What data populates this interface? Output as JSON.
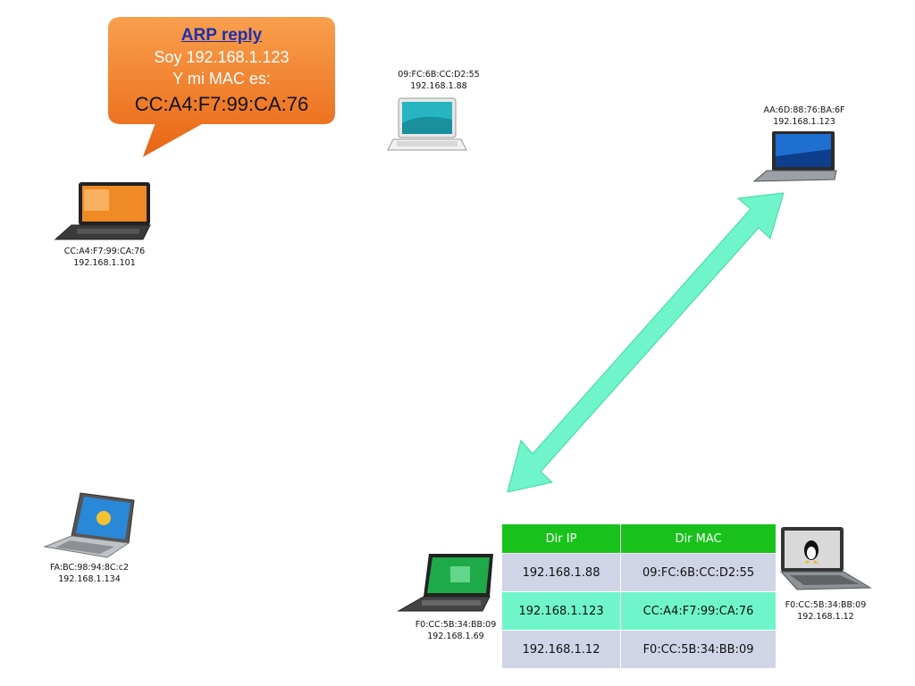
{
  "callout": {
    "title": "ARP reply",
    "line1": "Soy 192.168.1.123",
    "line2": "Y mi MAC es:",
    "mac": "CC:A4:F7:99:CA:76"
  },
  "hosts": [
    {
      "id": "host-top-center",
      "mac": "09:FC:6B:CC:D2:55",
      "ip": "192.168.1.88"
    },
    {
      "id": "host-top-right",
      "mac": "AA:6D:88:76:BA:6F",
      "ip": "192.168.1.123"
    },
    {
      "id": "host-left",
      "mac": "CC:A4:F7:99:CA:76",
      "ip": "192.168.1.101"
    },
    {
      "id": "host-bottom-left",
      "mac": "FA:BC:98:94:8C:c2",
      "ip": "192.168.1.134"
    },
    {
      "id": "host-bottom-center",
      "mac": "F0:CC:5B:34:BB:09",
      "ip": "192.168.1.69"
    },
    {
      "id": "host-bottom-right",
      "mac": "F0:CC:5B:34:BB:09",
      "ip": "192.168.1.12"
    }
  ],
  "table": {
    "headers": [
      "Dir IP",
      "Dir MAC"
    ],
    "rows": [
      [
        "192.168.1.88",
        "09:FC:6B:CC:D2:55"
      ],
      [
        "192.168.1.123",
        "CC:A4:F7:99:CA:76"
      ],
      [
        "192.168.1.12",
        "F0:CC:5B:34:BB:09"
      ]
    ]
  },
  "colors": {
    "callout_fill": "#f07a22",
    "arrow": "#6ff5c9",
    "table_header": "#18c21b"
  }
}
